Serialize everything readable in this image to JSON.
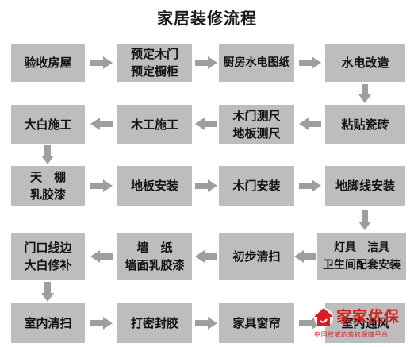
{
  "title": "家居装修流程",
  "colors": {
    "box": "#bdbdbd",
    "arrow": "#9e9e9e",
    "text": "#111111",
    "brand": "#d81e1e"
  },
  "steps": [
    "验收房屋",
    "预定木门\n预定橱柜",
    "厨房水电图纸",
    "水电改造",
    "粘贴瓷砖",
    "木门测尺\n地板测尺",
    "木工施工",
    "大白施工",
    "天　棚\n乳胶漆",
    "地板安装",
    "木门安装",
    "地脚线安装",
    "灯具　洁具\n卫生间配套安装",
    "初步清扫",
    "墙　纸\n墙面乳胶漆",
    "门口线边\n大白修补",
    "室内清扫",
    "打密封胶",
    "家具窗帘",
    "室内通风"
  ],
  "watermark": {
    "brand": "家家优保",
    "slogan": "中国权威的装修保障平台",
    "icon": "house-logo-icon"
  }
}
